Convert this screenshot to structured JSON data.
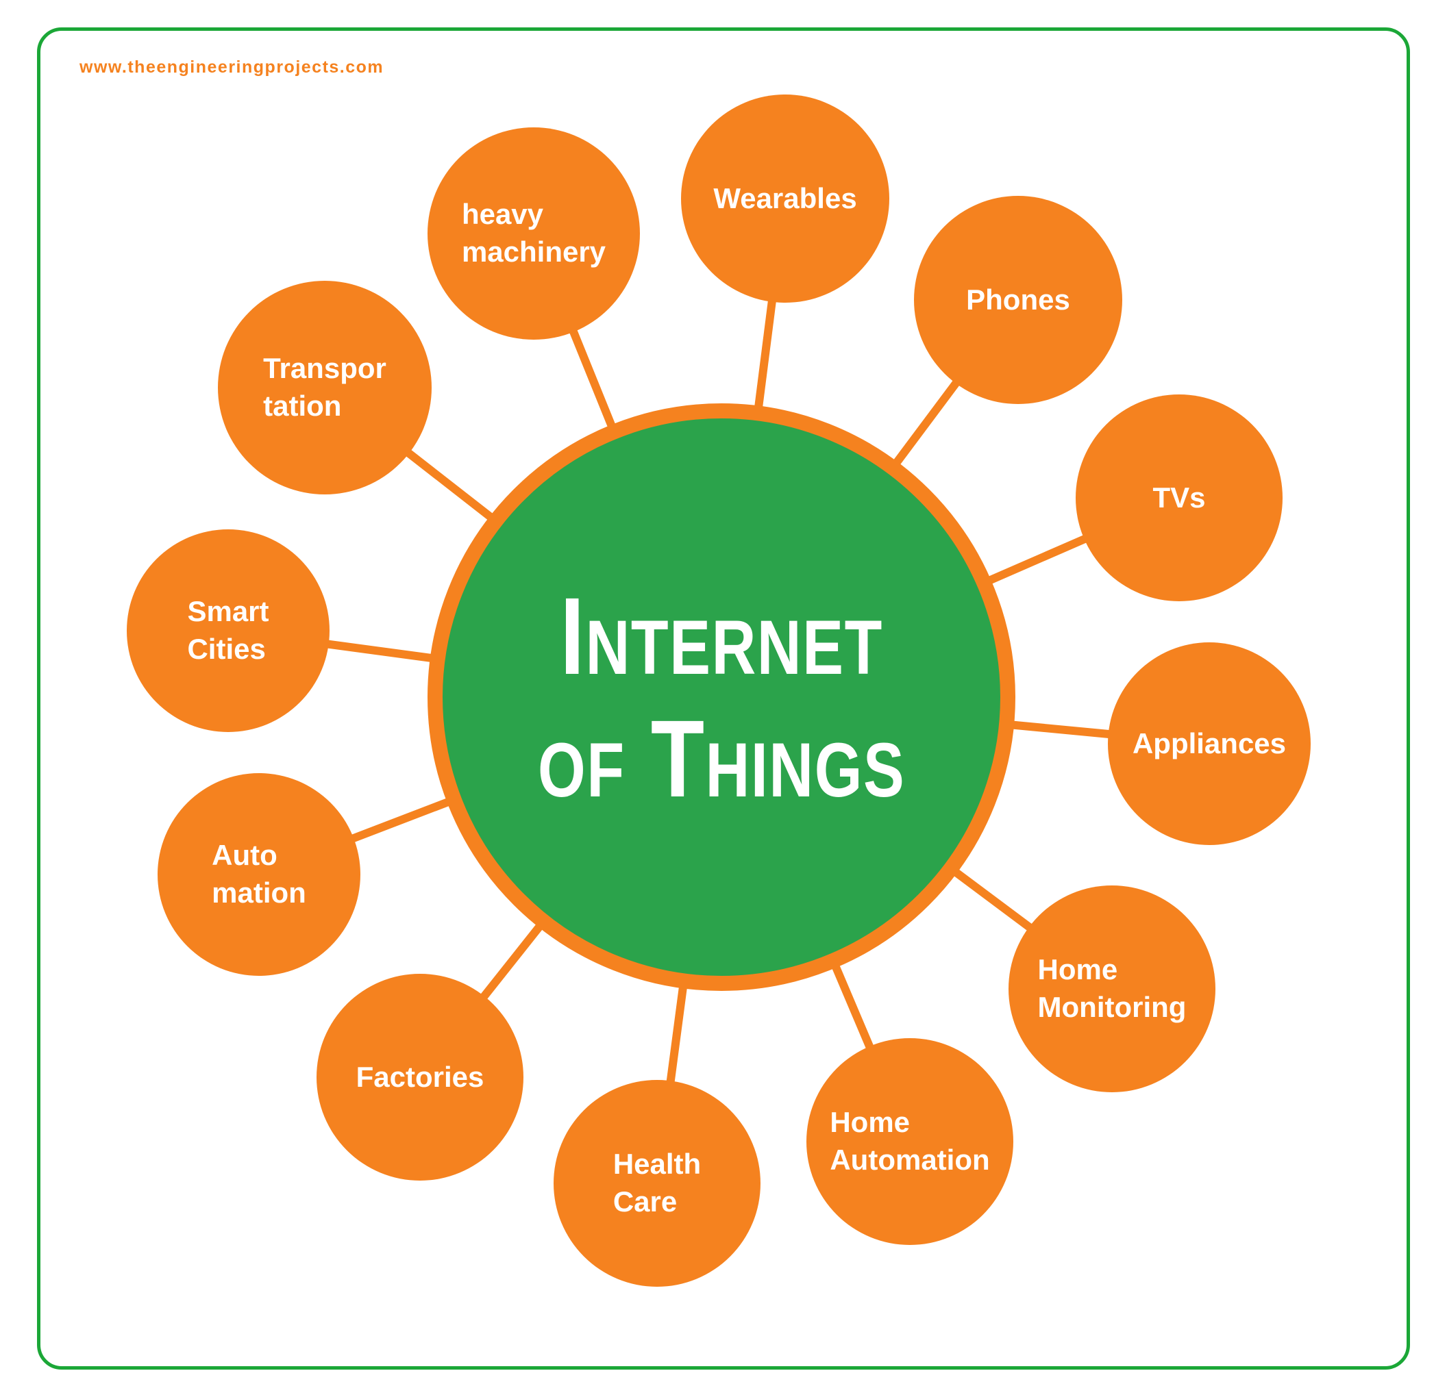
{
  "page": {
    "website_url": "www.theengineeringprojects.com"
  },
  "center": {
    "label": "Internet\nof Things"
  },
  "nodes": [
    {
      "label": "heavy\nmachinery"
    },
    {
      "label": "Wearables"
    },
    {
      "label": "Phones"
    },
    {
      "label": "TVs"
    },
    {
      "label": "Appliances"
    },
    {
      "label": "Home\nMonitoring"
    },
    {
      "label": "Home\nAutomation"
    },
    {
      "label": "Health\nCare"
    },
    {
      "label": "Factories"
    },
    {
      "label": "Auto\nmation"
    },
    {
      "label": "Smart\nCities"
    },
    {
      "label": "Transpor\ntation"
    }
  ],
  "colors": {
    "orange": "#F5821F",
    "green": "#2BA34B",
    "frame_green": "#1BA737",
    "text_white": "#FFFFFF"
  }
}
